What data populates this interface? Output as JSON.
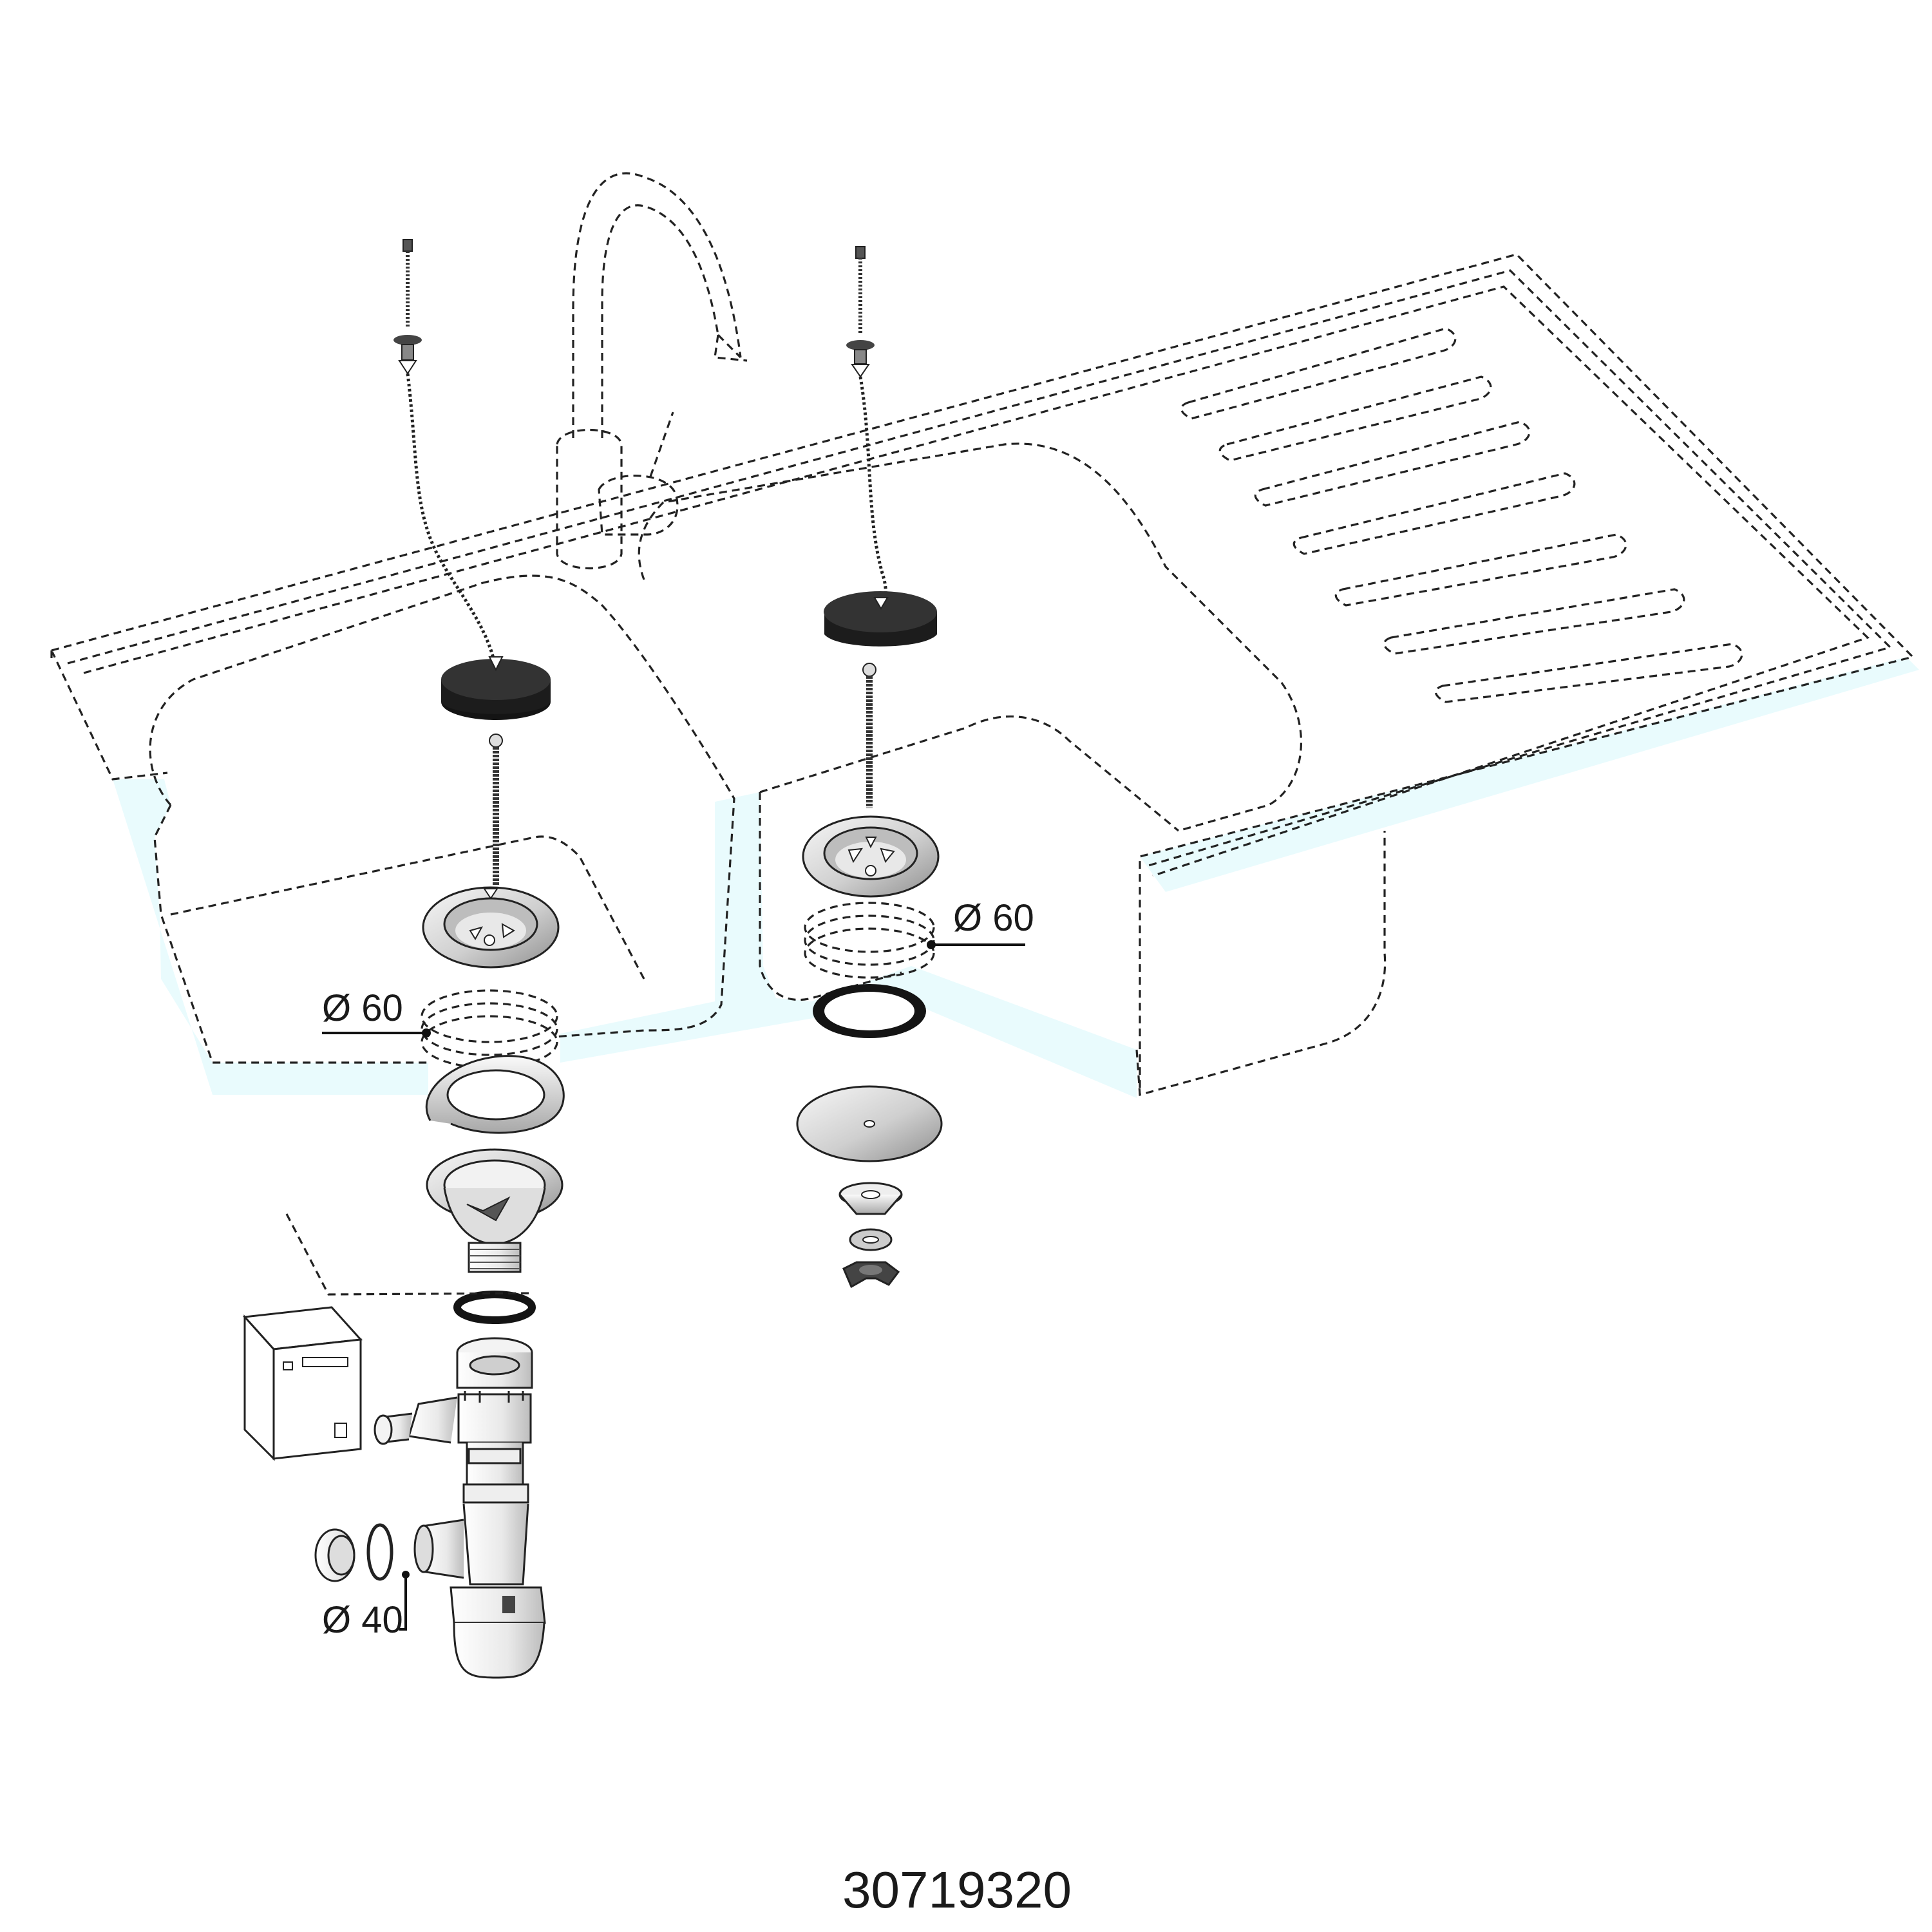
{
  "labels": {
    "dia_left": "Ø 60",
    "dia_right": "Ø 60",
    "dia_trap": "Ø 40"
  },
  "product_code": "30719320",
  "colors": {
    "water_tint": "#e9fbfd",
    "stopper": "#1c1c1c",
    "metal_light": "#e6e6e6",
    "metal_dark": "#8a8a8a",
    "line": "#222222"
  }
}
